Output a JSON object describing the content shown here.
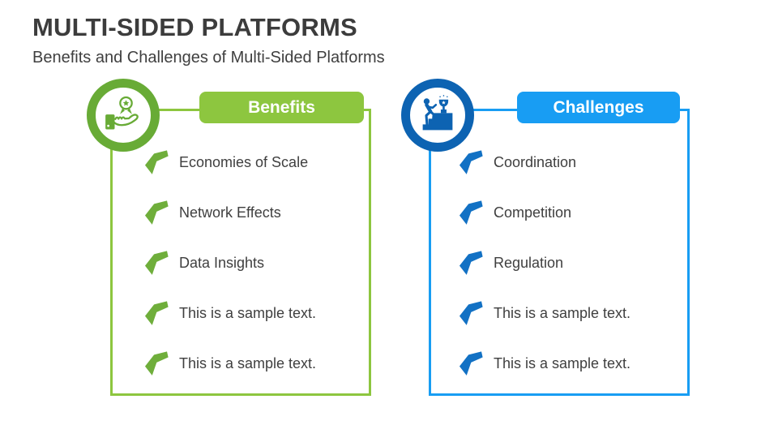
{
  "slide": {
    "title": "MULTI-SIDED PLATFORMS",
    "subtitle": "Benefits and Challenges of Multi-Sided Platforms",
    "title_color": "#3C3C3C",
    "text_color": "#3F3F3F",
    "background": "#FFFFFF"
  },
  "panels": [
    {
      "name": "benefits",
      "header_label": "Benefits",
      "badge_icon": "hand-holding-medal-icon",
      "bullet_icon": "bent-left-arrow-icon",
      "colors": {
        "header_bg": "#8DC63F",
        "header_text": "#FFFFFF",
        "border": "#8DC63F",
        "ring": "#68AB36",
        "arrow": "#6FAE3B"
      },
      "items": [
        "Economies of Scale",
        "Network Effects",
        "Data Insights",
        "This is a sample text.",
        "This is a sample text."
      ]
    },
    {
      "name": "challenges",
      "header_label": "Challenges",
      "badge_icon": "person-climbing-stairs-to-trophy-icon",
      "bullet_icon": "bent-left-arrow-icon",
      "colors": {
        "header_bg": "#189DF3",
        "header_text": "#FFFFFF",
        "border": "#189DF3",
        "ring": "#0D63B2",
        "arrow": "#1271C4"
      },
      "items": [
        "Coordination",
        "Competition",
        "Regulation",
        "This is a sample text.",
        "This is a sample text."
      ]
    }
  ]
}
